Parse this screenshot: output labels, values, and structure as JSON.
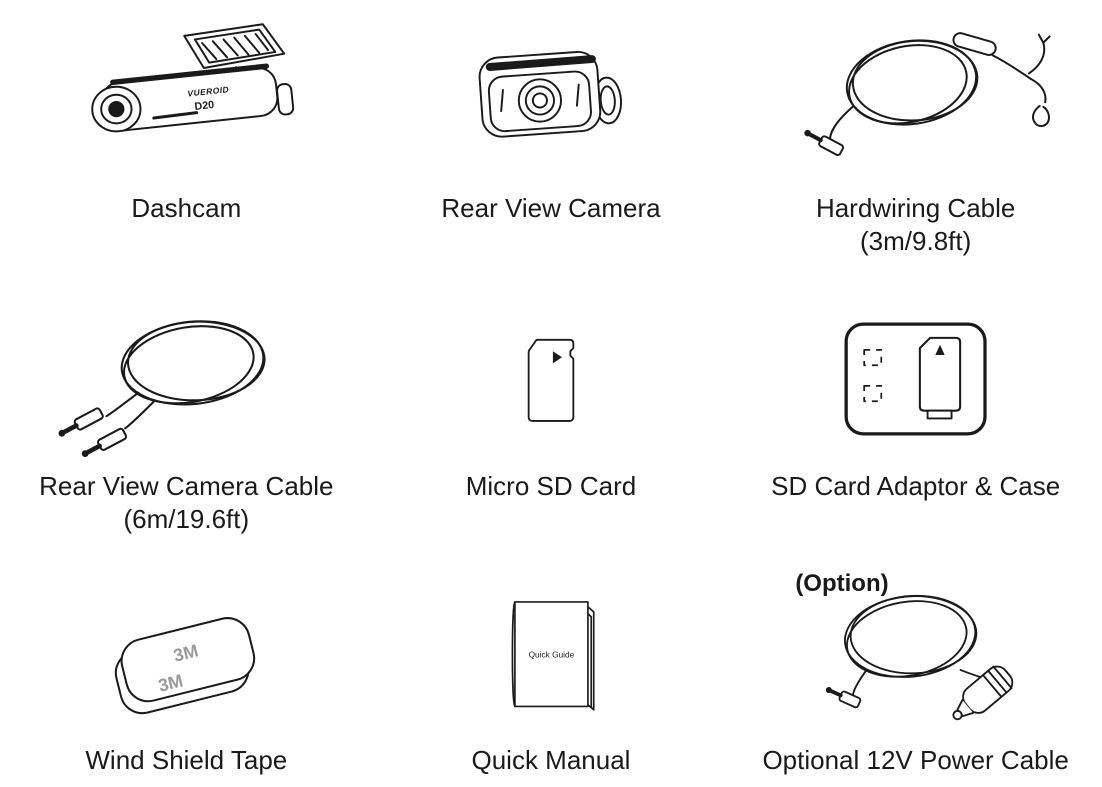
{
  "items": [
    {
      "label": "Dashcam",
      "sublabel": ""
    },
    {
      "label": "Rear View Camera",
      "sublabel": ""
    },
    {
      "label": "Hardwiring Cable",
      "sublabel": "(3m/9.8ft)"
    },
    {
      "label": "Rear View Camera Cable",
      "sublabel": "(6m/19.6ft)"
    },
    {
      "label": "Micro SD Card",
      "sublabel": ""
    },
    {
      "label": "SD Card Adaptor & Case",
      "sublabel": ""
    },
    {
      "label": "Wind Shield Tape",
      "sublabel": ""
    },
    {
      "label": "Quick Manual",
      "sublabel": ""
    },
    {
      "label": "Optional 12V Power Cable",
      "sublabel": "",
      "option_tag": "(Option)"
    }
  ],
  "illustrations": {
    "dashcam_brand": "VUEROID",
    "dashcam_model": "D20",
    "tape_mark_1": "3M",
    "tape_mark_2": "3M",
    "manual_cover_title": "Quick Guide"
  },
  "colors": {
    "ink": "#1a1a1a",
    "tape_mark": "#9a9a9a",
    "background": "#ffffff"
  }
}
